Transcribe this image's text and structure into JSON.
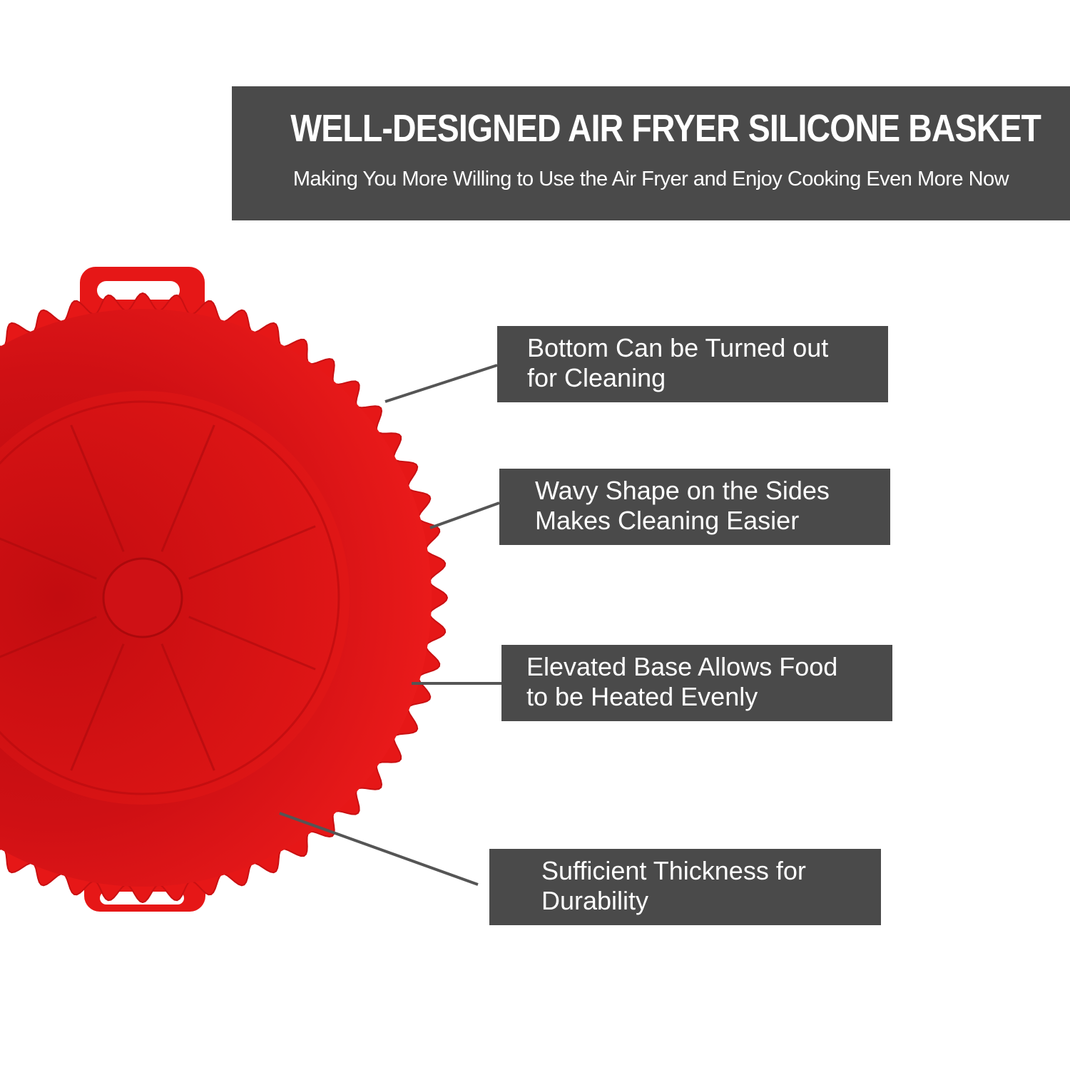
{
  "header": {
    "title": "WELL-DESIGNED AIR FRYER SILICONE BASKET",
    "subtitle": "Making You More Willing to Use the Air Fryer and Enjoy Cooking Even More Now"
  },
  "callouts": [
    {
      "line1": "Bottom Can be Turned out",
      "line2": "for Cleaning"
    },
    {
      "line1": "Wavy Shape on the Sides",
      "line2": "Makes Cleaning Easier"
    },
    {
      "line1": "Elevated Base Allows Food",
      "line2": "to be Heated Evenly"
    },
    {
      "line1": "Sufficient Thickness for",
      "line2": "Durability"
    }
  ],
  "colors": {
    "banner": "#4a4a4a",
    "basket_red": "#e61717",
    "basket_dark": "#c40d10",
    "leader_line": "#555555"
  }
}
